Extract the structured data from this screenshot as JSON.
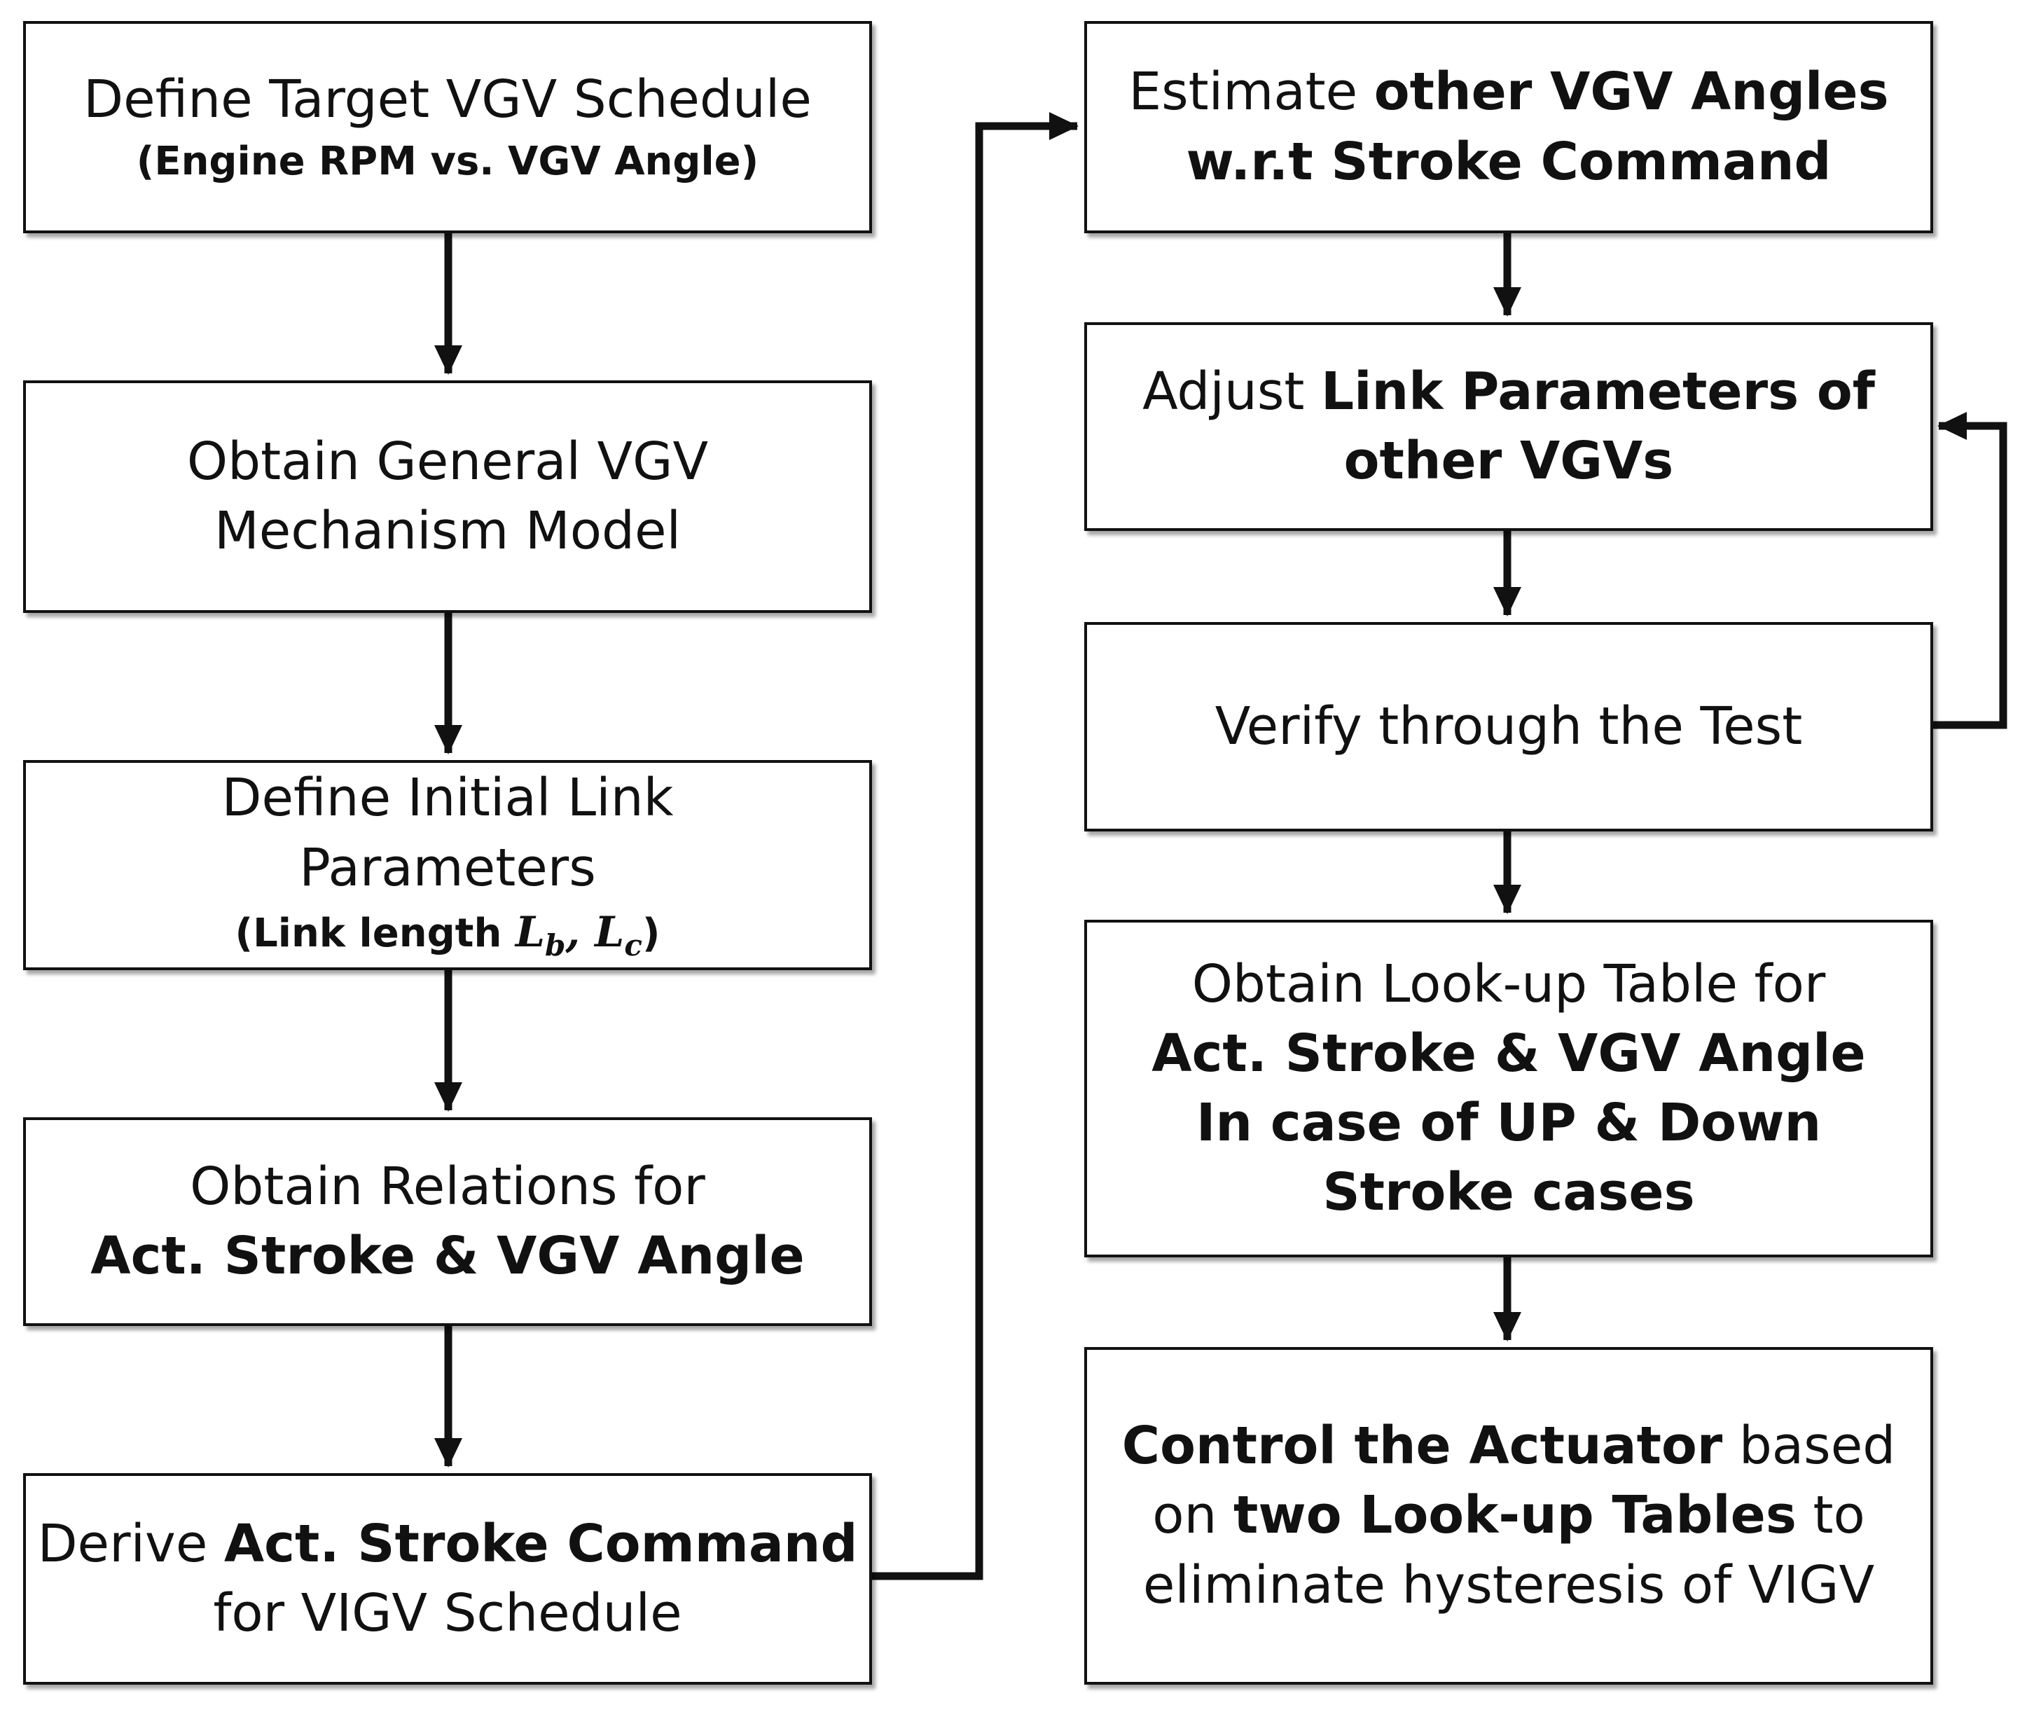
{
  "colors": {
    "stroke": "#111111",
    "background": "#ffffff",
    "shadow": "rgba(0,0,0,0.35)"
  },
  "boxes": {
    "target_schedule": {
      "line1": "Define Target VGV Schedule",
      "note": "(Engine RPM vs. VGV Angle)"
    },
    "mechanism_model": {
      "line1": "Obtain General VGV",
      "line2": "Mechanism Model"
    },
    "initial_link": {
      "line1": "Define Initial Link",
      "line2": "Parameters",
      "note_prefix": "(Link length ",
      "math_L": "L",
      "sub_b": "b",
      "comma": ", ",
      "sub_c": "c",
      "note_suffix": ")"
    },
    "relations": {
      "line1": "Obtain Relations for",
      "line2_bold": "Act. Stroke & VGV Angle"
    },
    "derive": {
      "line1_plain": "Derive ",
      "line1_bold": "Act. Stroke Command",
      "line2": "for VIGV Schedule"
    },
    "estimate": {
      "line1_plain": "Estimate ",
      "line1_bold": "other VGV Angles",
      "line2_bold": "w.r.t Stroke Command"
    },
    "adjust": {
      "line1_plain": "Adjust ",
      "line1_bold": "Link Parameters of",
      "line2_bold": "other VGVs"
    },
    "verify": {
      "line1": "Verify through the Test"
    },
    "lookup": {
      "line1": "Obtain Look-up Table for",
      "line2_bold": "Act. Stroke & VGV Angle",
      "line3_bold": "In case of UP & Down",
      "line4_bold": "Stroke cases"
    },
    "control": {
      "line1_bold": "Control the Actuator",
      "line1_plain": " based",
      "line2_plain_a": "on ",
      "line2_bold": "two Look-up Tables",
      "line2_plain_b": " to",
      "line3": "eliminate hysteresis of VIGV"
    }
  }
}
